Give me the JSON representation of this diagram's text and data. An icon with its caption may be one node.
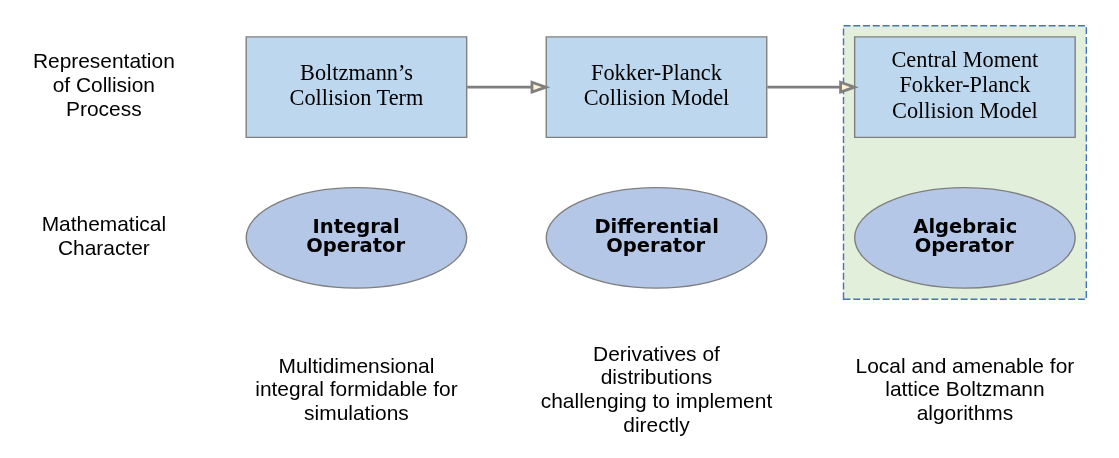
{
  "diagram": {
    "nodes": [
      {
        "text": [
          "Boltzmann’s Collision Term"
        ]
      },
      {
        "text": [
          "Fokker-Planck Collision Model"
        ]
      },
      {
        "text": [],
        "shape": "box"
      },
      {
        "text": [
          "Central Moment Fokker-Planck Collision Model"
        ],
        "in": 2
      },
      {
        "text": [
          "Integral Operator"
        ]
      },
      {
        "text": [
          "Differential Operator"
        ]
      },
      {
        "text": [
          "Algebraic Operator"
        ],
        "in": 2
      }
    ],
    "edges": [
      {
        "from": 0,
        "to": 1,
        "arrow": "to"
      },
      {
        "from": 1,
        "to": 3,
        "arrow": "to"
      }
    ],
    "labels": [
      "Representation of Collision Process",
      "Mathematical Character",
      "Multidimensional integral formidable for simulations",
      "Derivatives of distributions challenging to implement directly",
      "Local and amenable for lattice Boltzmann algorithms"
    ]
  }
}
